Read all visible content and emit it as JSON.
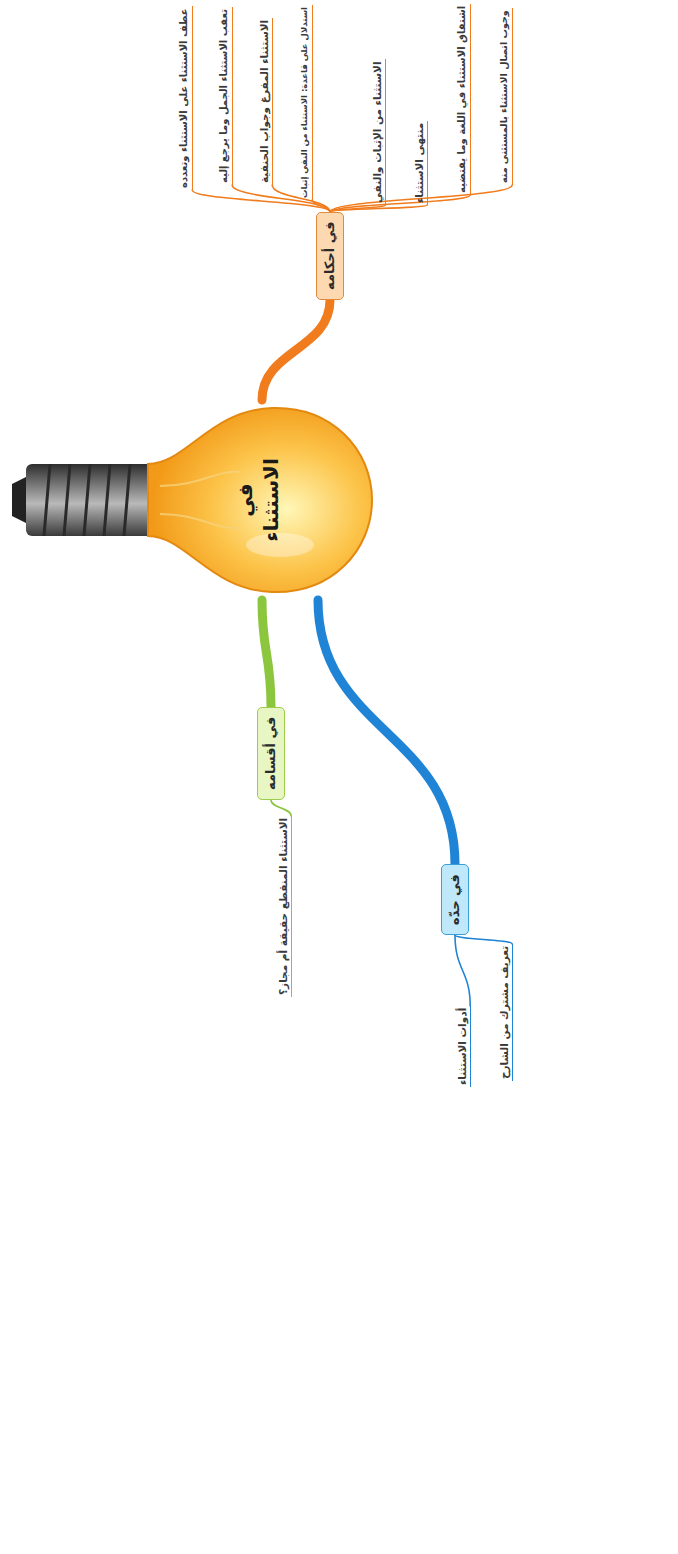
{
  "diagram": {
    "nodes": [
      {
        "text": [
          "في الاستثناء"
        ]
      },
      {
        "text": [
          "في أحكامه"
        ]
      },
      {
        "text": [
          "عطف الاستثناء على الاستثناء وتعدده"
        ]
      },
      {
        "text": [
          "تعقب الاستثناء الجمل وما يرجع إليه"
        ]
      },
      {
        "text": [
          "الاستثناء المفرغ وجواب الحنفية"
        ]
      },
      {
        "text": [
          "استدلال على قاعدة: الاستثناء من النفي إثبات"
        ]
      },
      {
        "text": [
          "الاستثناء من الإثبات والنفي"
        ]
      },
      {
        "text": [
          "منتهى الاستثناء"
        ]
      },
      {
        "text": [
          "اشتقاق الاستثناء في اللغة وما يقتضيه"
        ]
      },
      {
        "text": [
          "وجوب اتصال الاستثناء بالمستثنى منه"
        ]
      },
      {
        "text": [
          "في حدّه"
        ]
      },
      {
        "text": [
          "أدوات الاستثناء"
        ]
      },
      {
        "text": [
          "تعريف مشترك من الشارح"
        ]
      },
      {
        "text": [
          "في أقسامه"
        ]
      },
      {
        "text": [
          "الاستثناء المنقطع حقيقة أم مجاز؟"
        ]
      }
    ],
    "edges": [
      {
        "from": 0,
        "to": 1,
        "arrow": "none"
      },
      {
        "from": 1,
        "to": 2,
        "arrow": "none"
      },
      {
        "from": 1,
        "to": 3,
        "arrow": "none"
      },
      {
        "from": 1,
        "to": 4,
        "arrow": "none"
      },
      {
        "from": 1,
        "to": 5,
        "arrow": "none"
      },
      {
        "from": 1,
        "to": 6,
        "arrow": "none"
      },
      {
        "from": 1,
        "to": 7,
        "arrow": "none"
      },
      {
        "from": 1,
        "to": 8,
        "arrow": "none"
      },
      {
        "from": 1,
        "to": 9,
        "arrow": "none"
      },
      {
        "from": 0,
        "to": 10,
        "arrow": "none"
      },
      {
        "from": 10,
        "to": 11,
        "arrow": "none"
      },
      {
        "from": 10,
        "to": 12,
        "arrow": "none"
      },
      {
        "from": 0,
        "to": 13,
        "arrow": "none"
      },
      {
        "from": 13,
        "to": 14,
        "arrow": "none"
      }
    ]
  }
}
